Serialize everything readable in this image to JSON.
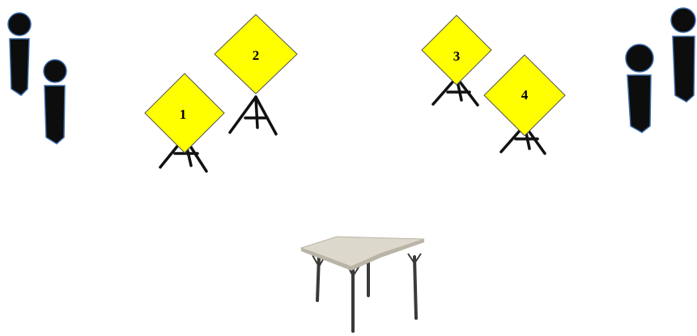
{
  "colors": {
    "background": "#ffffff",
    "sign_fill": "#ffff00",
    "sign_stroke": "#555555",
    "person_fill": "#0d0d0d",
    "person_stroke": "#3a6aa8",
    "easel": "#111111",
    "table_top": "#dcd8cb",
    "table_edge": "#b9b4a6",
    "table_leg": "#3b3a38"
  },
  "people": [
    {
      "id": "person-left-back"
    },
    {
      "id": "person-left-front"
    },
    {
      "id": "person-right-front"
    },
    {
      "id": "person-right-back"
    }
  ],
  "signs": [
    {
      "id": "sign-1",
      "label": "1"
    },
    {
      "id": "sign-2",
      "label": "2"
    },
    {
      "id": "sign-3",
      "label": "3"
    },
    {
      "id": "sign-4",
      "label": "4"
    }
  ],
  "table": {
    "id": "folding-table"
  }
}
